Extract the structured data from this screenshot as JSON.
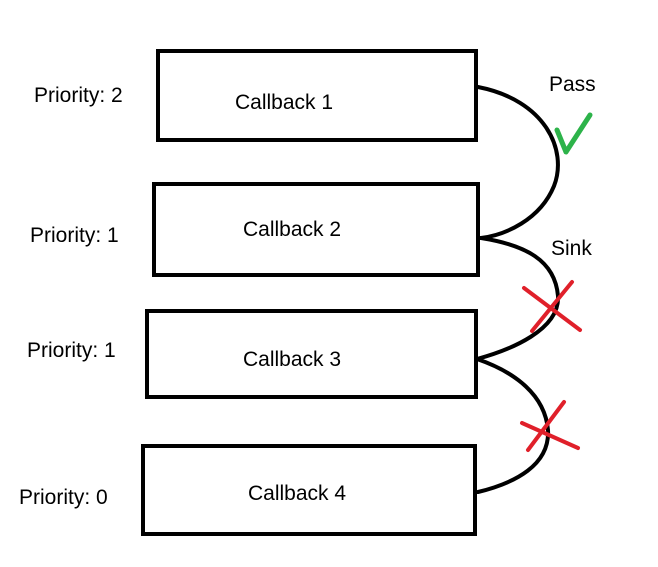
{
  "callbacks": [
    {
      "label": "Callback 1",
      "priority": "Priority: 2"
    },
    {
      "label": "Callback 2",
      "priority": "Priority: 1"
    },
    {
      "label": "Callback 3",
      "priority": "Priority: 1"
    },
    {
      "label": "Callback 4",
      "priority": "Priority: 0"
    }
  ],
  "outcomes": {
    "pass": "Pass",
    "sink": "Sink"
  },
  "colors": {
    "pass_mark": "#2db34a",
    "blocked_mark": "#e0202a",
    "stroke": "#000000"
  },
  "icons": [
    "checkmark-icon",
    "cross-icon",
    "cross-icon"
  ]
}
